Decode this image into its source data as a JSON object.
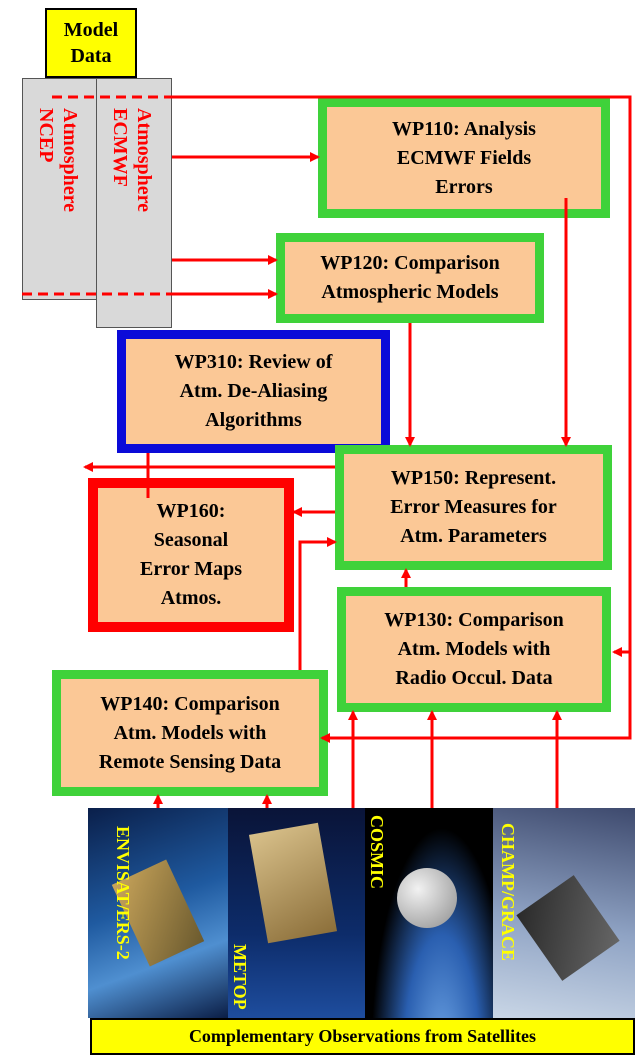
{
  "model_data": {
    "title": "Model\nData",
    "col_ncep": "Atmosphere\nNCEP",
    "col_ecmwf": "Atmosphere\nECMWF"
  },
  "wp": {
    "wp110": "WP110: Analysis\nECMWF Fields\nErrors",
    "wp120": "WP120: Comparison\nAtmospheric Models",
    "wp310": "WP310: Review of\nAtm. De-Aliasing\nAlgorithms",
    "wp150": "WP150: Represent.\nError Measures for\nAtm. Parameters",
    "wp160": "WP160:\nSeasonal\nError Maps\nAtmos.",
    "wp130": "WP130: Comparison\nAtm. Models with\nRadio Occul. Data",
    "wp140": "WP140: Comparison\nAtm. Models with\nRemote Sensing Data"
  },
  "satellites": [
    "ENVISAT/ERS-2",
    "METOP",
    "COSMIC",
    "CHAMP/GRACE"
  ],
  "footer": "Complementary Observations from Satellites",
  "colors": {
    "green": "#3fd23a",
    "blue": "#0b0bd8",
    "red": "#ff0000",
    "box": "#fbc896",
    "yellow": "#ffff00"
  }
}
